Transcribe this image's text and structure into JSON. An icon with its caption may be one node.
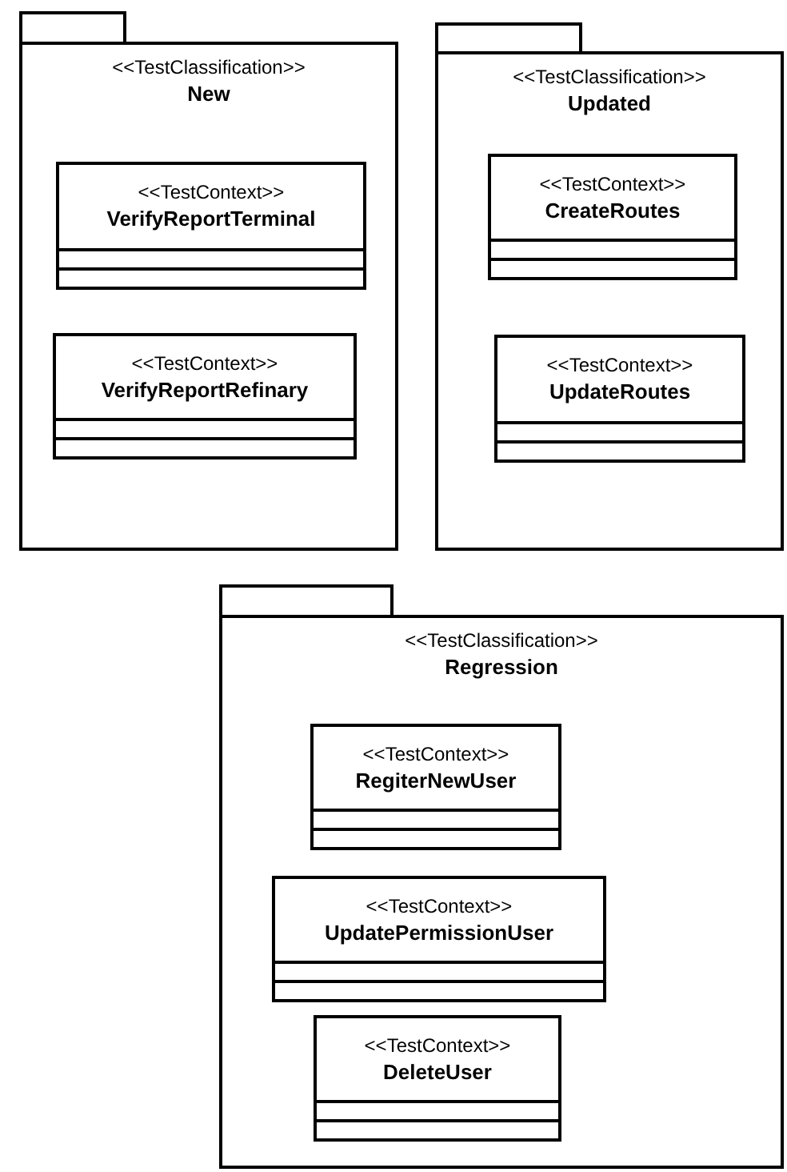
{
  "diagram": {
    "nodes": [
      {
        "text": [
          "<<TestClassification>>",
          "New"
        ]
      },
      {
        "text": [
          "<<TestContext>>",
          "VerifyReportTerminal"
        ],
        "in": 0
      },
      {
        "text": [
          "<<TestContext>>",
          "VerifyReportRefinary"
        ],
        "in": 0
      },
      {
        "text": [
          "<<TestClassification>>",
          "Updated"
        ]
      },
      {
        "text": [
          "<<TestContext>>",
          "CreateRoutes"
        ],
        "in": 3
      },
      {
        "text": [
          "<<TestContext>>",
          "UpdateRoutes"
        ],
        "in": 3
      },
      {
        "text": [
          "<<TestClassification>>",
          "Regression"
        ]
      },
      {
        "text": [
          "<<TestContext>>",
          "RegiterNewUser"
        ],
        "in": 6
      },
      {
        "text": [
          "<<TestContext>>",
          "UpdatePermissionUser"
        ],
        "in": 6
      },
      {
        "text": [
          "<<TestContext>>",
          "DeleteUser"
        ],
        "in": 6
      }
    ],
    "edges": []
  }
}
